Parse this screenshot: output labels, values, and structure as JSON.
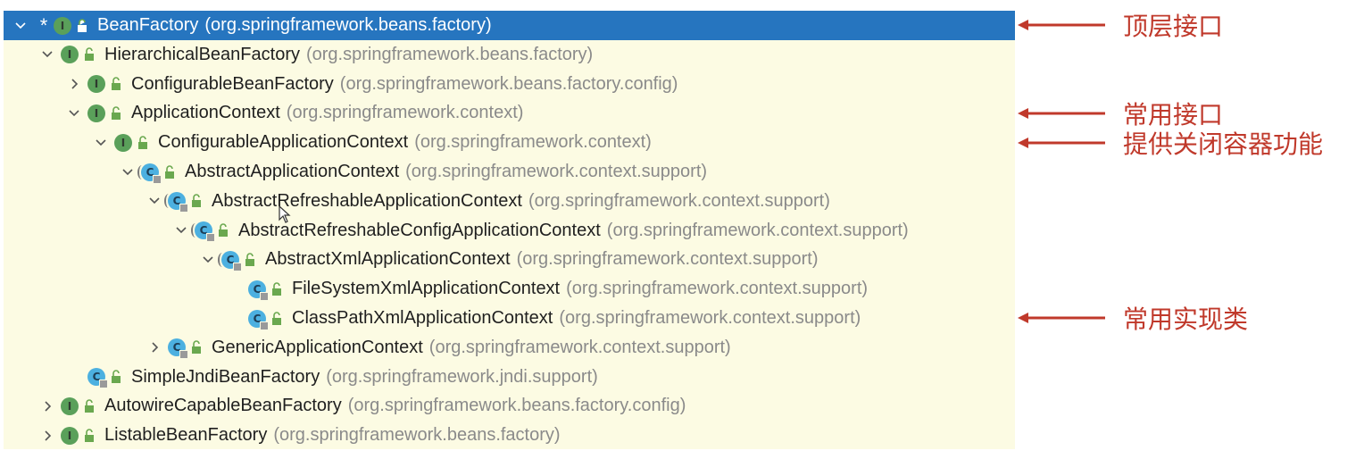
{
  "tree": {
    "rows": [
      {
        "depth": 0,
        "arrow": "expanded",
        "star": "*",
        "kind": "I",
        "name": "BeanFactory",
        "pkg": "(org.springframework.beans.factory)",
        "selected": true
      },
      {
        "depth": 1,
        "arrow": "expanded",
        "kind": "I",
        "name": "HierarchicalBeanFactory",
        "pkg": "(org.springframework.beans.factory)"
      },
      {
        "depth": 2,
        "arrow": "collapsed",
        "kind": "I",
        "name": "ConfigurableBeanFactory",
        "pkg": "(org.springframework.beans.factory.config)"
      },
      {
        "depth": 2,
        "arrow": "expanded",
        "kind": "I",
        "name": "ApplicationContext",
        "pkg": "(org.springframework.context)"
      },
      {
        "depth": 3,
        "arrow": "expanded",
        "kind": "I",
        "name": "ConfigurableApplicationContext",
        "pkg": "(org.springframework.context)"
      },
      {
        "depth": 4,
        "arrow": "expanded",
        "kind": "C-abstract",
        "name": "AbstractApplicationContext",
        "pkg": "(org.springframework.context.support)"
      },
      {
        "depth": 5,
        "arrow": "expanded",
        "kind": "C-abstract",
        "name": "AbstractRefreshableApplicationContext",
        "pkg": "(org.springframework.context.support)"
      },
      {
        "depth": 6,
        "arrow": "expanded",
        "kind": "C-abstract",
        "name": "AbstractRefreshableConfigApplicationContext",
        "pkg": "(org.springframework.context.support)"
      },
      {
        "depth": 7,
        "arrow": "expanded",
        "kind": "C-abstract",
        "name": "AbstractXmlApplicationContext",
        "pkg": "(org.springframework.context.support)"
      },
      {
        "depth": 8,
        "arrow": "none",
        "kind": "C",
        "name": "FileSystemXmlApplicationContext",
        "pkg": "(org.springframework.context.support)"
      },
      {
        "depth": 8,
        "arrow": "none",
        "kind": "C",
        "name": "ClassPathXmlApplicationContext",
        "pkg": "(org.springframework.context.support)"
      },
      {
        "depth": 5,
        "arrow": "collapsed",
        "kind": "C",
        "name": "GenericApplicationContext",
        "pkg": "(org.springframework.context.support)"
      },
      {
        "depth": 2,
        "arrow": "none",
        "kind": "C",
        "name": "SimpleJndiBeanFactory",
        "pkg": "(org.springframework.jndi.support)"
      },
      {
        "depth": 1,
        "arrow": "collapsed",
        "kind": "I",
        "name": "AutowireCapableBeanFactory",
        "pkg": "(org.springframework.beans.factory.config)"
      },
      {
        "depth": 1,
        "arrow": "collapsed",
        "kind": "I",
        "name": "ListableBeanFactory",
        "pkg": "(org.springframework.beans.factory)"
      }
    ]
  },
  "annotations": [
    {
      "text": "顶层接口",
      "row": 0
    },
    {
      "text": "常用接口",
      "row": 3
    },
    {
      "text": "提供关闭容器功能",
      "row": 4
    },
    {
      "text": "常用实现类",
      "row": 10
    }
  ],
  "colors": {
    "tree_bg": "#fcfbe3",
    "selection": "#2675bf",
    "interface_icon": "#5aa05a",
    "class_icon": "#4cb0e0",
    "package_text": "#8a8a8a",
    "annotation": "#c0392b"
  },
  "icons": {
    "expanded": "chevron-down-icon",
    "collapsed": "chevron-right-icon",
    "interface": "interface-icon",
    "class": "class-icon",
    "access": "public-lock-icon"
  }
}
